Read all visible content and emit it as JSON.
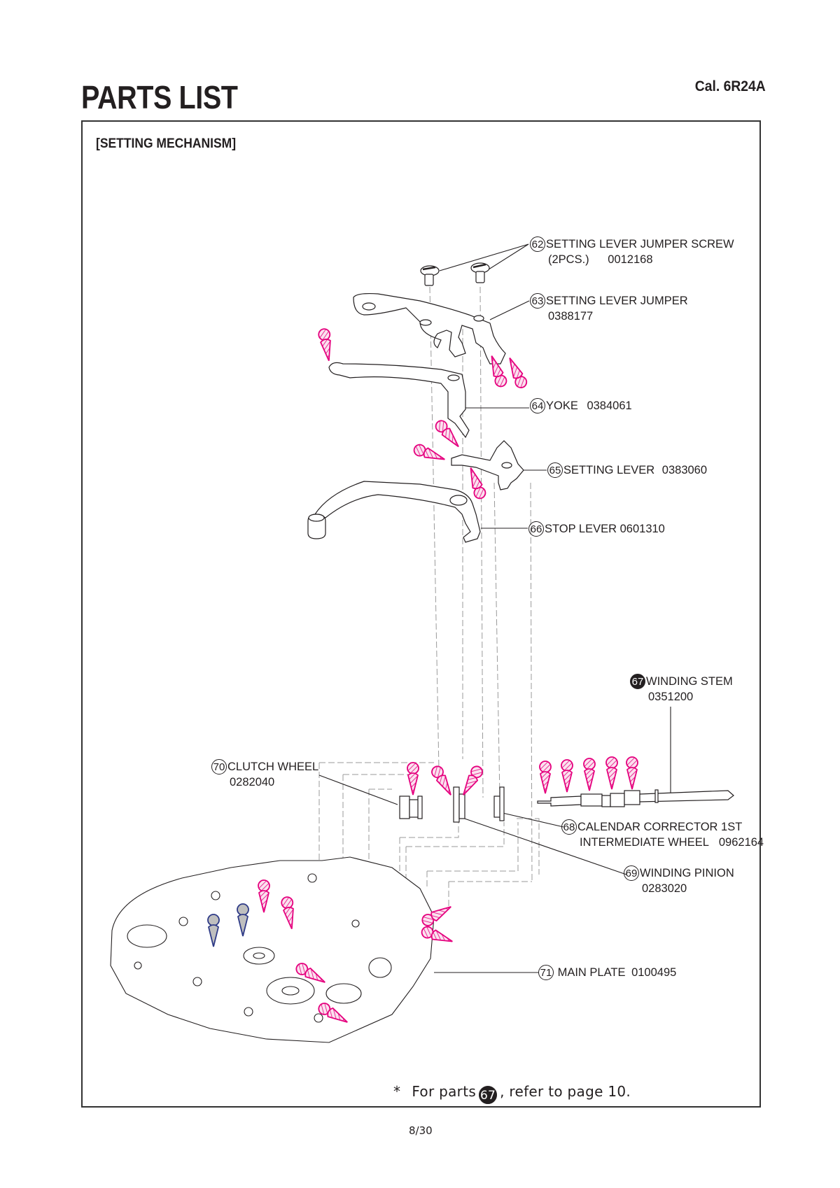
{
  "header": {
    "title": "PARTS LIST",
    "caliber": "Cal. 6R24A"
  },
  "section": {
    "title": "[SETTING MECHANISM]"
  },
  "parts": [
    {
      "number": "62",
      "name": "SETTING LEVER JUMPER SCREW",
      "qty": "(2PCS.)",
      "code": "0012168",
      "number_style": "outlined"
    },
    {
      "number": "63",
      "name": "SETTING LEVER JUMPER",
      "code": "0388177",
      "number_style": "outlined"
    },
    {
      "number": "64",
      "name": "YOKE",
      "code": "0384061",
      "number_style": "outlined"
    },
    {
      "number": "65",
      "name": "SETTING LEVER",
      "code": "0383060",
      "number_style": "outlined"
    },
    {
      "number": "66",
      "name": "STOP LEVER",
      "code": "0601310",
      "number_style": "outlined"
    },
    {
      "number": "67",
      "name": "WINDING STEM",
      "code": "0351200",
      "number_style": "filled"
    },
    {
      "number": "68",
      "name": "CALENDAR CORRECTOR 1ST",
      "name_line2": "INTERMEDIATE WHEEL",
      "code": "0962164",
      "number_style": "outlined"
    },
    {
      "number": "69",
      "name": "WINDING PINION",
      "code": "0283020",
      "number_style": "outlined"
    },
    {
      "number": "70",
      "name": "CLUTCH WHEEL",
      "code": "0282040",
      "number_style": "outlined"
    },
    {
      "number": "71",
      "name": "MAIN PLATE",
      "code": "0100495",
      "number_style": "outlined"
    }
  ],
  "footnote": {
    "asterisk": "*",
    "prefix": "For parts",
    "part_ref": "67",
    "suffix": ", refer to page 10."
  },
  "page": {
    "number": "8/30"
  },
  "colors": {
    "ink": "#231f20",
    "oil_marker": "#e5007e",
    "grease_marker": "#2e3a87",
    "grease_fill": "#bfbfbf",
    "guide_line": "#9a9a9a"
  },
  "legend_icons": {
    "oil_marker": "pink-hatched-oil-drop-icon",
    "grease_marker": "blue-grey-grease-drop-icon"
  }
}
